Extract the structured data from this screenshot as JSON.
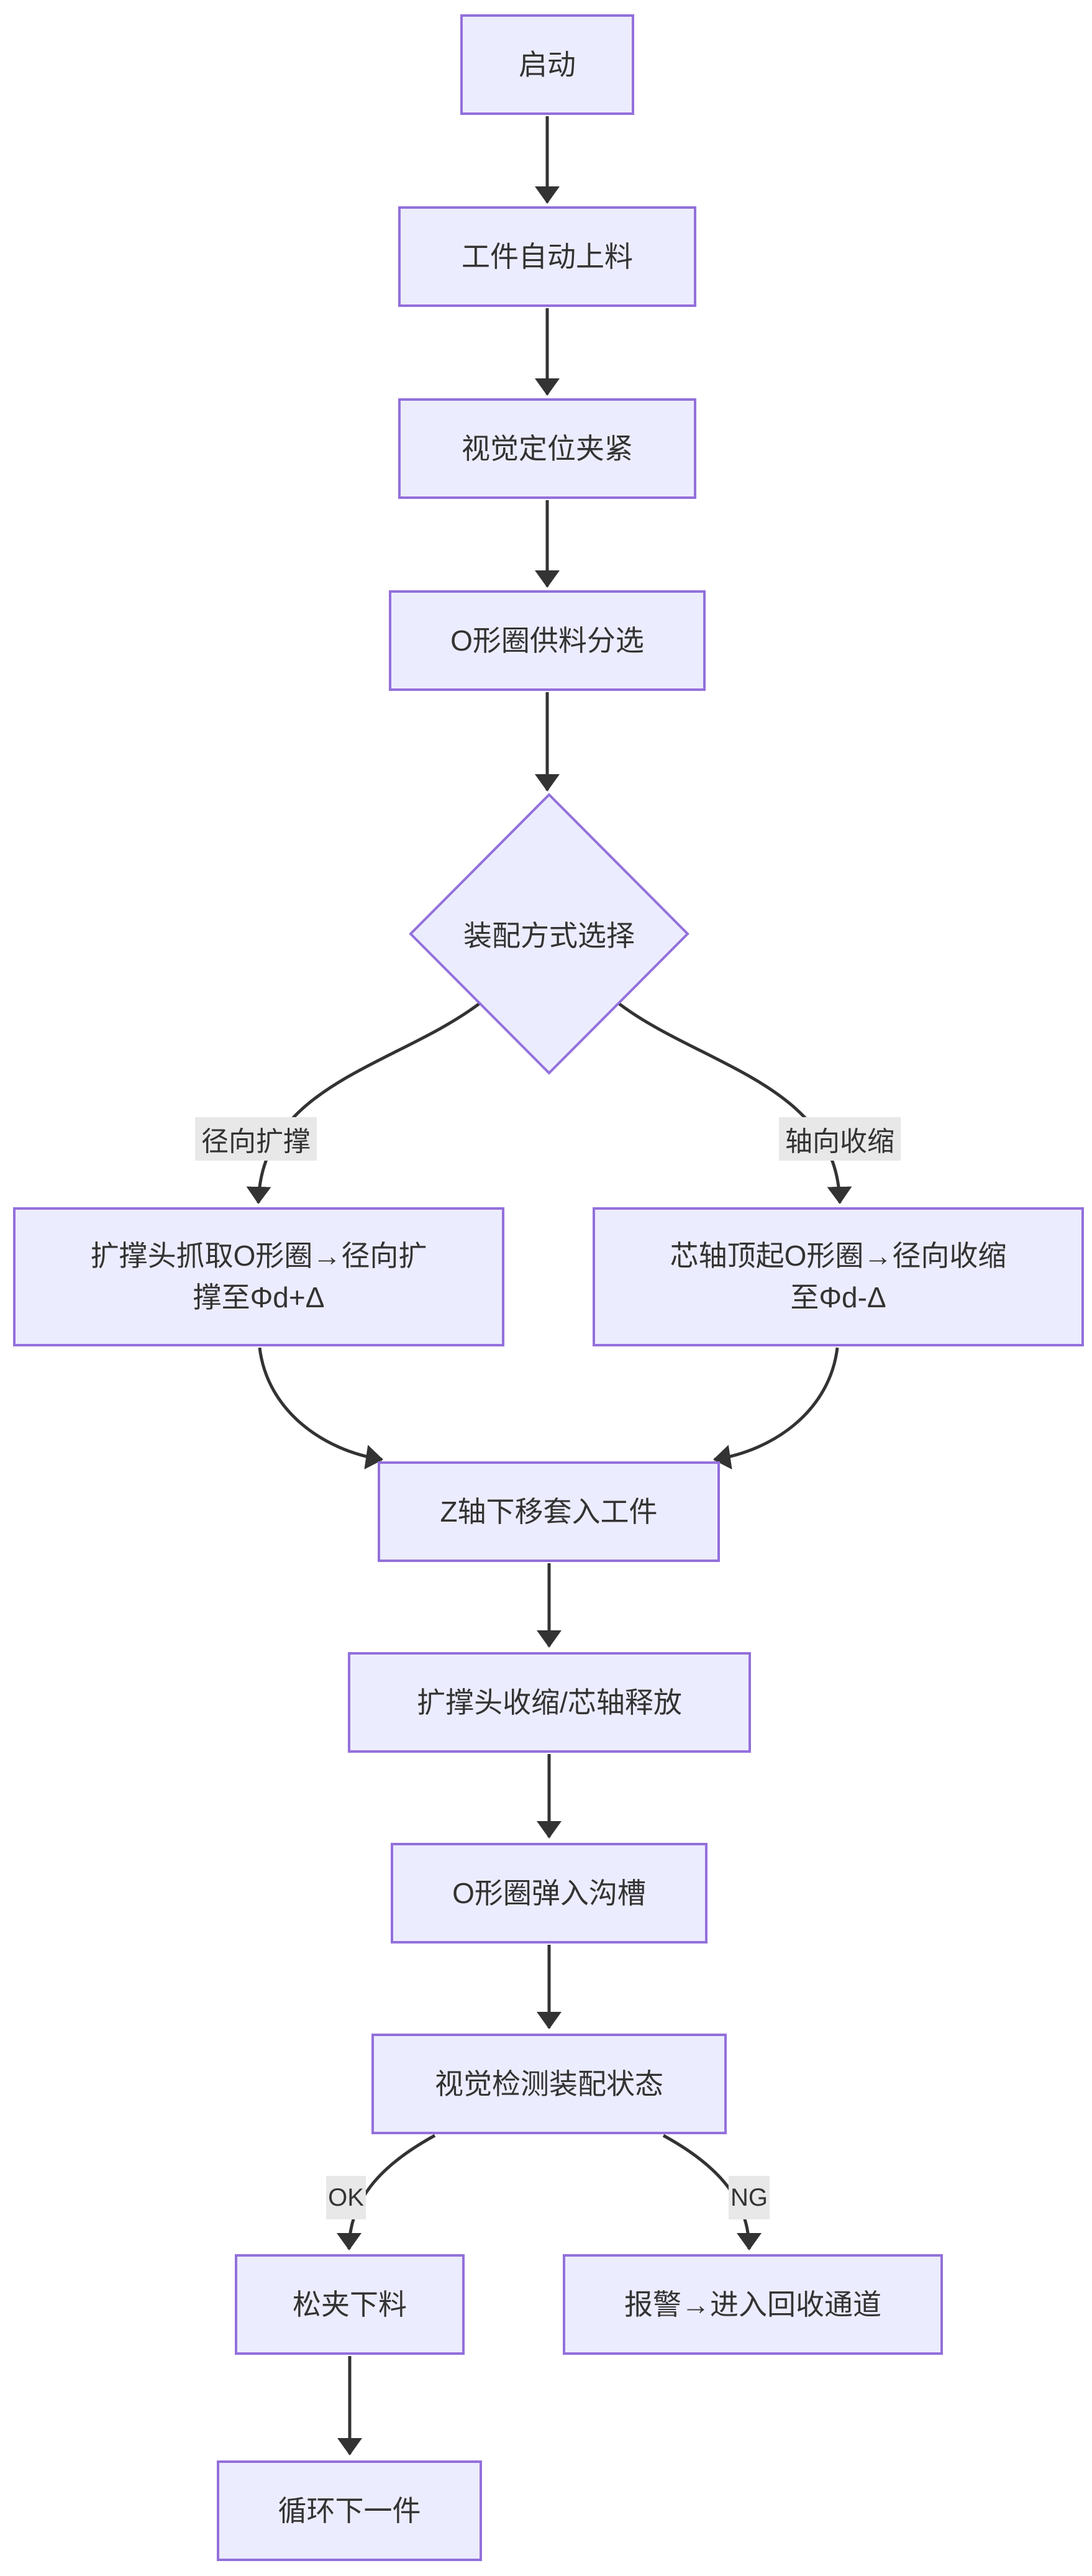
{
  "diagram": {
    "type": "flowchart-top-down",
    "title_semantic": "O形圈自动装配流程",
    "colors": {
      "node_fill": "#ECECFF",
      "node_border": "#9370DB",
      "edge_color": "#333333",
      "text_color": "#333333",
      "edge_label_bg": "#e8e8e8",
      "background": "#ffffff"
    }
  },
  "nodes": {
    "start": {
      "label": "启动"
    },
    "load": {
      "label": "工件自动上料"
    },
    "clamp": {
      "label": "视觉定位夹紧"
    },
    "feed": {
      "label": "O形圈供料分选"
    },
    "decision": {
      "label": "装配方式选择"
    },
    "expand": {
      "line1": "扩撑头抓取O形圈→径向扩",
      "line2": "撑至Φd+Δ"
    },
    "shrink": {
      "line1": "芯轴顶起O形圈→径向收缩",
      "line2": "至Φd-Δ"
    },
    "insert": {
      "label": "Z轴下移套入工件"
    },
    "release": {
      "label": "扩撑头收缩/芯轴释放"
    },
    "snap": {
      "label": "O形圈弹入沟槽"
    },
    "inspect": {
      "label": "视觉检测装配状态"
    },
    "unload": {
      "label": "松夹下料"
    },
    "alarm": {
      "label": "报警→进入回收通道"
    },
    "next": {
      "label": "循环下一件"
    }
  },
  "edge_labels": {
    "radial": "径向扩撑",
    "axial": "轴向收缩",
    "ok": "OK",
    "ng": "NG"
  }
}
